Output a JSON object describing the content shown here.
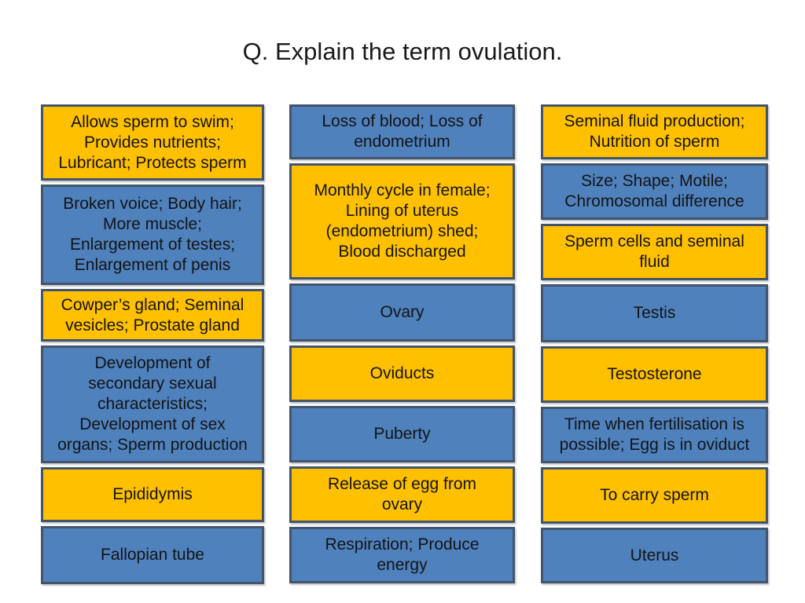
{
  "slide": {
    "title": "Q. Explain the term ovulation.",
    "colors": {
      "background": "#FFFFFF",
      "gold_fill": "#FFC000",
      "blue_fill": "#4F81BD",
      "box_border": "#44546A",
      "text": "#1A1A1A"
    },
    "columns": [
      {
        "name": "left",
        "boxes": [
          {
            "color": "gold",
            "text": "Allows sperm to swim;\nProvides nutrients;\nLubricant; Protects sperm"
          },
          {
            "color": "blue",
            "text": "Broken voice; Body hair;\nMore muscle;\nEnlargement of testes;\nEnlargement of penis"
          },
          {
            "color": "gold",
            "text": "Cowper’s gland; Seminal\nvesicles; Prostate gland"
          },
          {
            "color": "blue",
            "text": "Development of\nsecondary sexual\ncharacteristics;\nDevelopment of sex\norgans; Sperm production"
          },
          {
            "color": "gold",
            "text": "Epididymis"
          },
          {
            "color": "blue",
            "text": "Fallopian tube"
          }
        ]
      },
      {
        "name": "middle",
        "boxes": [
          {
            "color": "blue",
            "text": "Loss of blood; Loss of\nendometrium"
          },
          {
            "color": "gold",
            "text": "Monthly cycle in female;\nLining of uterus\n(endometrium) shed;\nBlood discharged"
          },
          {
            "color": "blue",
            "text": "Ovary"
          },
          {
            "color": "gold",
            "text": "Oviducts"
          },
          {
            "color": "blue",
            "text": "Puberty"
          },
          {
            "color": "gold",
            "text": "Release of egg from\novary"
          },
          {
            "color": "blue",
            "text": "Respiration; Produce\nenergy"
          }
        ]
      },
      {
        "name": "right",
        "boxes": [
          {
            "color": "gold",
            "text": "Seminal fluid production;\nNutrition of sperm"
          },
          {
            "color": "blue",
            "text": "Size; Shape; Motile;\nChromosomal difference"
          },
          {
            "color": "gold",
            "text": "Sperm cells and seminal\nfluid"
          },
          {
            "color": "blue",
            "text": "Testis"
          },
          {
            "color": "gold",
            "text": "Testosterone"
          },
          {
            "color": "blue",
            "text": "Time when fertilisation is\npossible; Egg is in oviduct"
          },
          {
            "color": "gold",
            "text": "To carry sperm"
          },
          {
            "color": "blue",
            "text": "Uterus"
          }
        ]
      }
    ]
  }
}
